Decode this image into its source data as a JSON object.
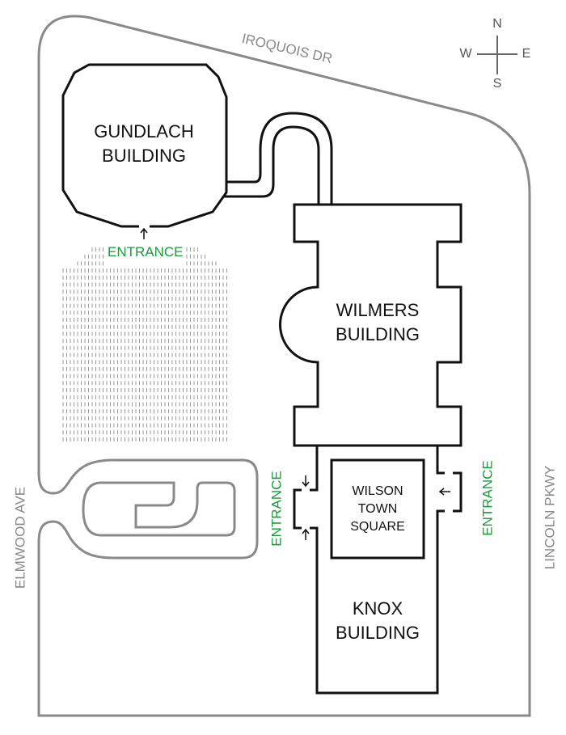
{
  "colors": {
    "road": "#8a8a8a",
    "building": "#111111",
    "entrance": "#1a9a3a",
    "parking": "#999999"
  },
  "streets": {
    "north": "IROQUOIS DR",
    "west": "ELMWOOD AVE",
    "east": "LINCOLN PKWY"
  },
  "compass": {
    "n": "N",
    "s": "S",
    "e": "E",
    "w": "W"
  },
  "buildings": {
    "gundlach": [
      "GUNDLACH",
      "BUILDING"
    ],
    "wilmers": [
      "WILMERS",
      "BUILDING"
    ],
    "knox": [
      "KNOX",
      "BUILDING"
    ],
    "square": [
      "WILSON",
      "TOWN",
      "SQUARE"
    ]
  },
  "entrance_label": "ENTRANCE"
}
